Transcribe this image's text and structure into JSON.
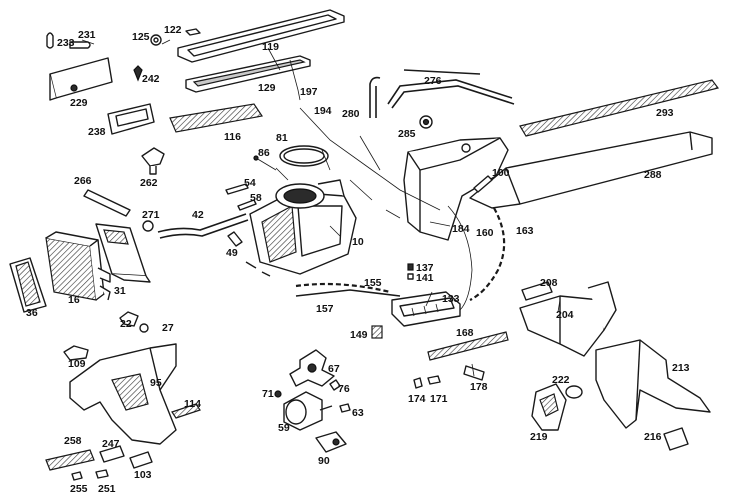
{
  "diagram": {
    "watermark": "",
    "callouts": {
      "c233": "233",
      "c231": "231",
      "c122": "122",
      "c125": "125",
      "c119": "119",
      "c242": "242",
      "c229": "229",
      "c129": "129",
      "c197": "197",
      "c276": "276",
      "c194": "194",
      "c280": "280",
      "c285": "285",
      "c238": "238",
      "c116": "116",
      "c293": "293",
      "c81": "81",
      "c86": "86",
      "c262": "262",
      "c100": "100",
      "c288": "288",
      "c266": "266",
      "c54": "54",
      "c58": "58",
      "c271": "271",
      "c42": "42",
      "c184": "184",
      "c160": "160",
      "c163": "163",
      "c49": "49",
      "c10": "10",
      "c16": "16",
      "c137": "137",
      "c141": "141",
      "c31": "31",
      "c155": "155",
      "c208": "208",
      "c133": "133",
      "c36": "36",
      "c157": "157",
      "c204": "204",
      "c22": "22",
      "c27": "27",
      "c168": "168",
      "c149": "149",
      "c109": "109",
      "c67": "67",
      "c213": "213",
      "c95": "95",
      "c76": "76",
      "c71": "71",
      "c178": "178",
      "c222": "222",
      "c174": "174",
      "c171": "171",
      "c63": "63",
      "c114": "114",
      "c59": "59",
      "c219": "219",
      "c216": "216",
      "c258": "258",
      "c247": "247",
      "c90": "90",
      "c103": "103",
      "c255": "255",
      "c251": "251"
    }
  }
}
